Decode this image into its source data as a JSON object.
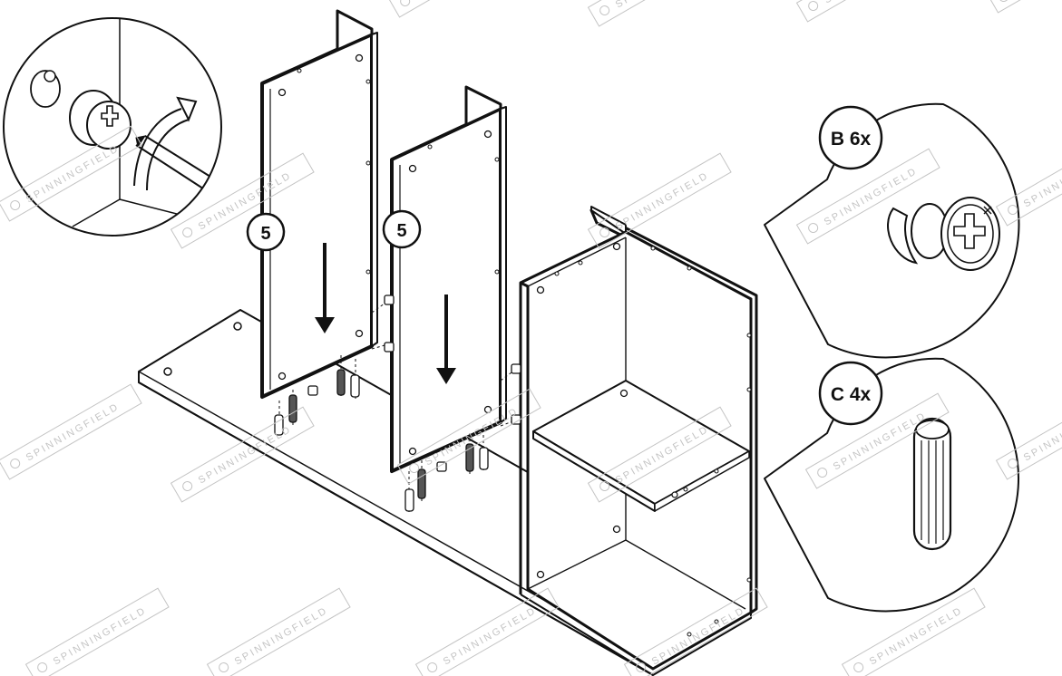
{
  "colors": {
    "ink": "#111111",
    "paper": "#ffffff",
    "watermark": "#c4c4c4"
  },
  "watermark_text": "SPINNINGFIELD",
  "steps": {
    "panel_left": "5",
    "panel_middle": "5"
  },
  "parts": [
    {
      "label": "B 6x",
      "icon": "cam-lock-icon"
    },
    {
      "label": "C 4x",
      "icon": "wooden-dowel-icon"
    }
  ],
  "detail_callout": {
    "icon": "cam-lock-tightening-icon"
  }
}
